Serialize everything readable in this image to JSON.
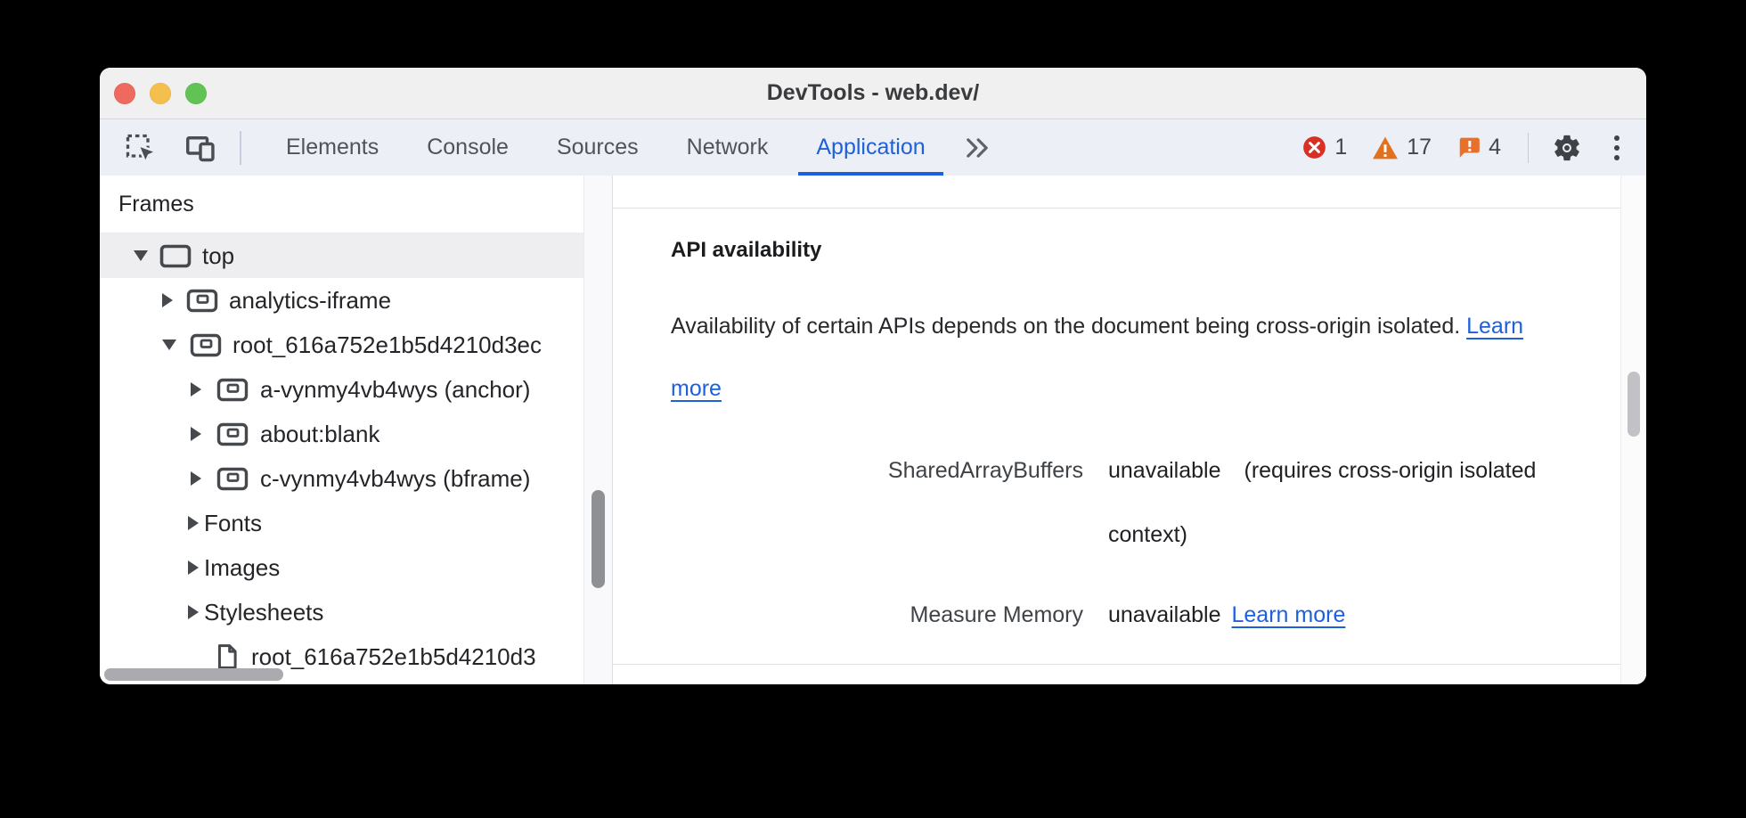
{
  "window": {
    "title": "DevTools - web.dev/"
  },
  "toolbar": {
    "tabs": [
      {
        "label": "Elements",
        "active": false
      },
      {
        "label": "Console",
        "active": false
      },
      {
        "label": "Sources",
        "active": false
      },
      {
        "label": "Network",
        "active": false
      },
      {
        "label": "Application",
        "active": true
      }
    ],
    "status": {
      "errors": "1",
      "warnings": "17",
      "issues": "4"
    }
  },
  "sidebar": {
    "section_title": "Frames",
    "tree": [
      {
        "label": "top",
        "icon": "window",
        "expanded": true,
        "selected": true
      },
      {
        "label": "analytics-iframe",
        "icon": "iframe",
        "expanded": false
      },
      {
        "label": "root_616a752e1b5d4210d3ec",
        "icon": "iframe",
        "expanded": true
      },
      {
        "label": "a-vynmy4vb4wys (anchor)",
        "icon": "iframe",
        "expanded": false
      },
      {
        "label": "about:blank",
        "icon": "iframe",
        "expanded": false
      },
      {
        "label": "c-vynmy4vb4wys (bframe)",
        "icon": "iframe",
        "expanded": false
      },
      {
        "label": "Fonts",
        "icon": null,
        "expanded": false
      },
      {
        "label": "Images",
        "icon": null,
        "expanded": false
      },
      {
        "label": "Stylesheets",
        "icon": null,
        "expanded": false
      },
      {
        "label": "root_616a752e1b5d4210d3",
        "icon": "document"
      }
    ]
  },
  "main": {
    "heading": "API availability",
    "description": "Availability of certain APIs depends on the document being cross-origin isolated.",
    "learn_more_label": "Learn more",
    "api_rows": [
      {
        "api": "SharedArrayBuffers",
        "status": "unavailable",
        "note": "(requires cross-origin isolated context)"
      },
      {
        "api": "Measure Memory",
        "status": "unavailable",
        "link": "Learn more"
      }
    ]
  },
  "colors": {
    "accent_blue": "#1e60db",
    "link_blue": "#1e60db",
    "error_red": "#d93025",
    "warning_orange": "#e2711d",
    "issue_orange": "#e8702a",
    "selected_row_gray": "#eeeef0",
    "toolbar_bg": "#edeff6",
    "titlebar_bg": "#f0f0f1"
  }
}
